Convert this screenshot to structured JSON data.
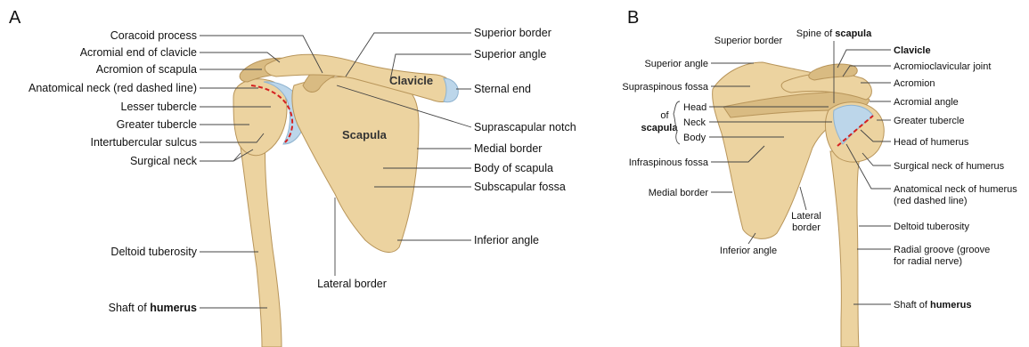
{
  "panelA": {
    "letter": "A",
    "inside": {
      "clavicle": "Clavicle",
      "scapula": "Scapula"
    },
    "left_labels": [
      "Coracoid process",
      "Acromial end of clavicle",
      "Acromion of scapula",
      "Anatomical neck (red dashed line)",
      "Lesser tubercle",
      "Greater tubercle",
      "Intertubercular sulcus",
      "Surgical neck",
      "Deltoid tuberosity"
    ],
    "shaft": {
      "prefix": "Shaft of ",
      "bold": "humerus"
    },
    "right_labels": [
      "Superior border",
      "Superior angle",
      "Sternal end",
      "Suprascapular notch",
      "Medial border",
      "Body of scapula",
      "Subscapular fossa",
      "Inferior angle"
    ],
    "bottom_label": "Lateral border"
  },
  "panelB": {
    "letter": "B",
    "spine": {
      "prefix": "Spine of ",
      "bold": "scapula"
    },
    "left_labels": [
      "Superior border",
      "Superior angle",
      "Supraspinous fossa",
      "Infraspinous fossa",
      "Medial border",
      "Inferior angle"
    ],
    "bracket": {
      "of": "of",
      "scapula": "scapula",
      "items": [
        "Head",
        "Neck",
        "Body"
      ]
    },
    "lateral_border": [
      "Lateral",
      "border"
    ],
    "clavicle": "Clavicle",
    "right_labels": [
      "Acromioclavicular joint",
      "Acromion",
      "Acromial angle",
      "Greater tubercle",
      "Head of humerus",
      "Surgical neck of humerus",
      "Anatomical neck of humerus",
      "(red dashed line)",
      "Deltoid tuberosity",
      "Radial groove (groove",
      "for radial nerve)"
    ],
    "shaft": {
      "prefix": "Shaft of ",
      "bold": "humerus"
    }
  }
}
